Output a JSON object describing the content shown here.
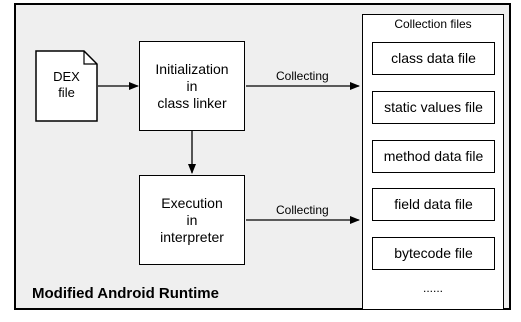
{
  "dex": {
    "line1": "DEX",
    "line2": "file"
  },
  "initialization": {
    "line1": "Initialization",
    "line2": "in",
    "line3": "class linker"
  },
  "execution": {
    "line1": "Execution",
    "line2": "in",
    "line3": "interpreter"
  },
  "edges": {
    "collecting_top": "Collecting",
    "collecting_bottom": "Collecting"
  },
  "collection": {
    "title": "Collection files",
    "files": [
      "class data file",
      "static values file",
      "method data file",
      "field data file",
      "bytecode file"
    ],
    "ellipsis": "......"
  },
  "footer": "Modified Android Runtime"
}
